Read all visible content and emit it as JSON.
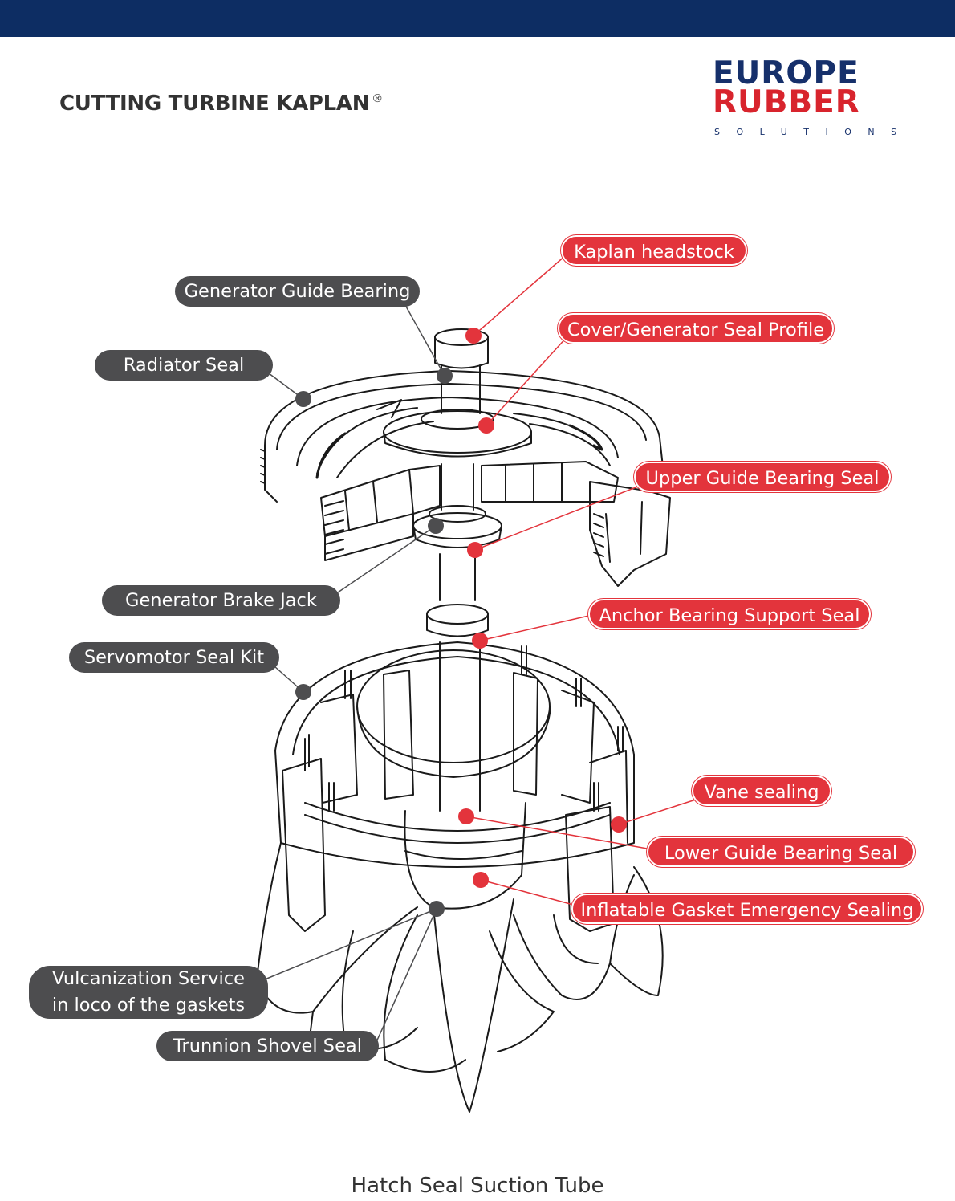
{
  "header": {
    "title": "CUTTING TURBINE KAPLAN",
    "title_mark": "®"
  },
  "logo": {
    "line1": "EUROPE",
    "line2": "RUBBER",
    "line3": "SOLUTIONS"
  },
  "colors": {
    "top_bar": "#0d2d63",
    "brand_blue": "#16306b",
    "brand_red": "#d8242d",
    "callout_red": "#e3343c",
    "callout_gray": "#4d4d4f"
  },
  "callouts": {
    "kaplan_headstock": "Kaplan headstock",
    "generator_guide_bearing": "Generator Guide Bearing",
    "cover_generator_seal_profile": "Cover/Generator Seal Profile",
    "radiator_seal": "Radiator Seal",
    "upper_guide_bearing_seal": "Upper Guide Bearing Seal",
    "generator_brake_jack": "Generator Brake Jack",
    "anchor_bearing_support_seal": "Anchor Bearing Support Seal",
    "servomotor_seal_kit": "Servomotor Seal Kit",
    "vane_sealing": "Vane sealing",
    "lower_guide_bearing_seal": "Lower Guide Bearing Seal",
    "inflatable_gasket_emergency_sealing": "Inflatable Gasket Emergency Sealing",
    "vulcanization_service_line1": "Vulcanization Service",
    "vulcanization_service_line2": "in loco of the gaskets",
    "trunnion_shovel_seal": "Trunnion Shovel Seal"
  },
  "caption": "Hatch Seal Suction Tube"
}
